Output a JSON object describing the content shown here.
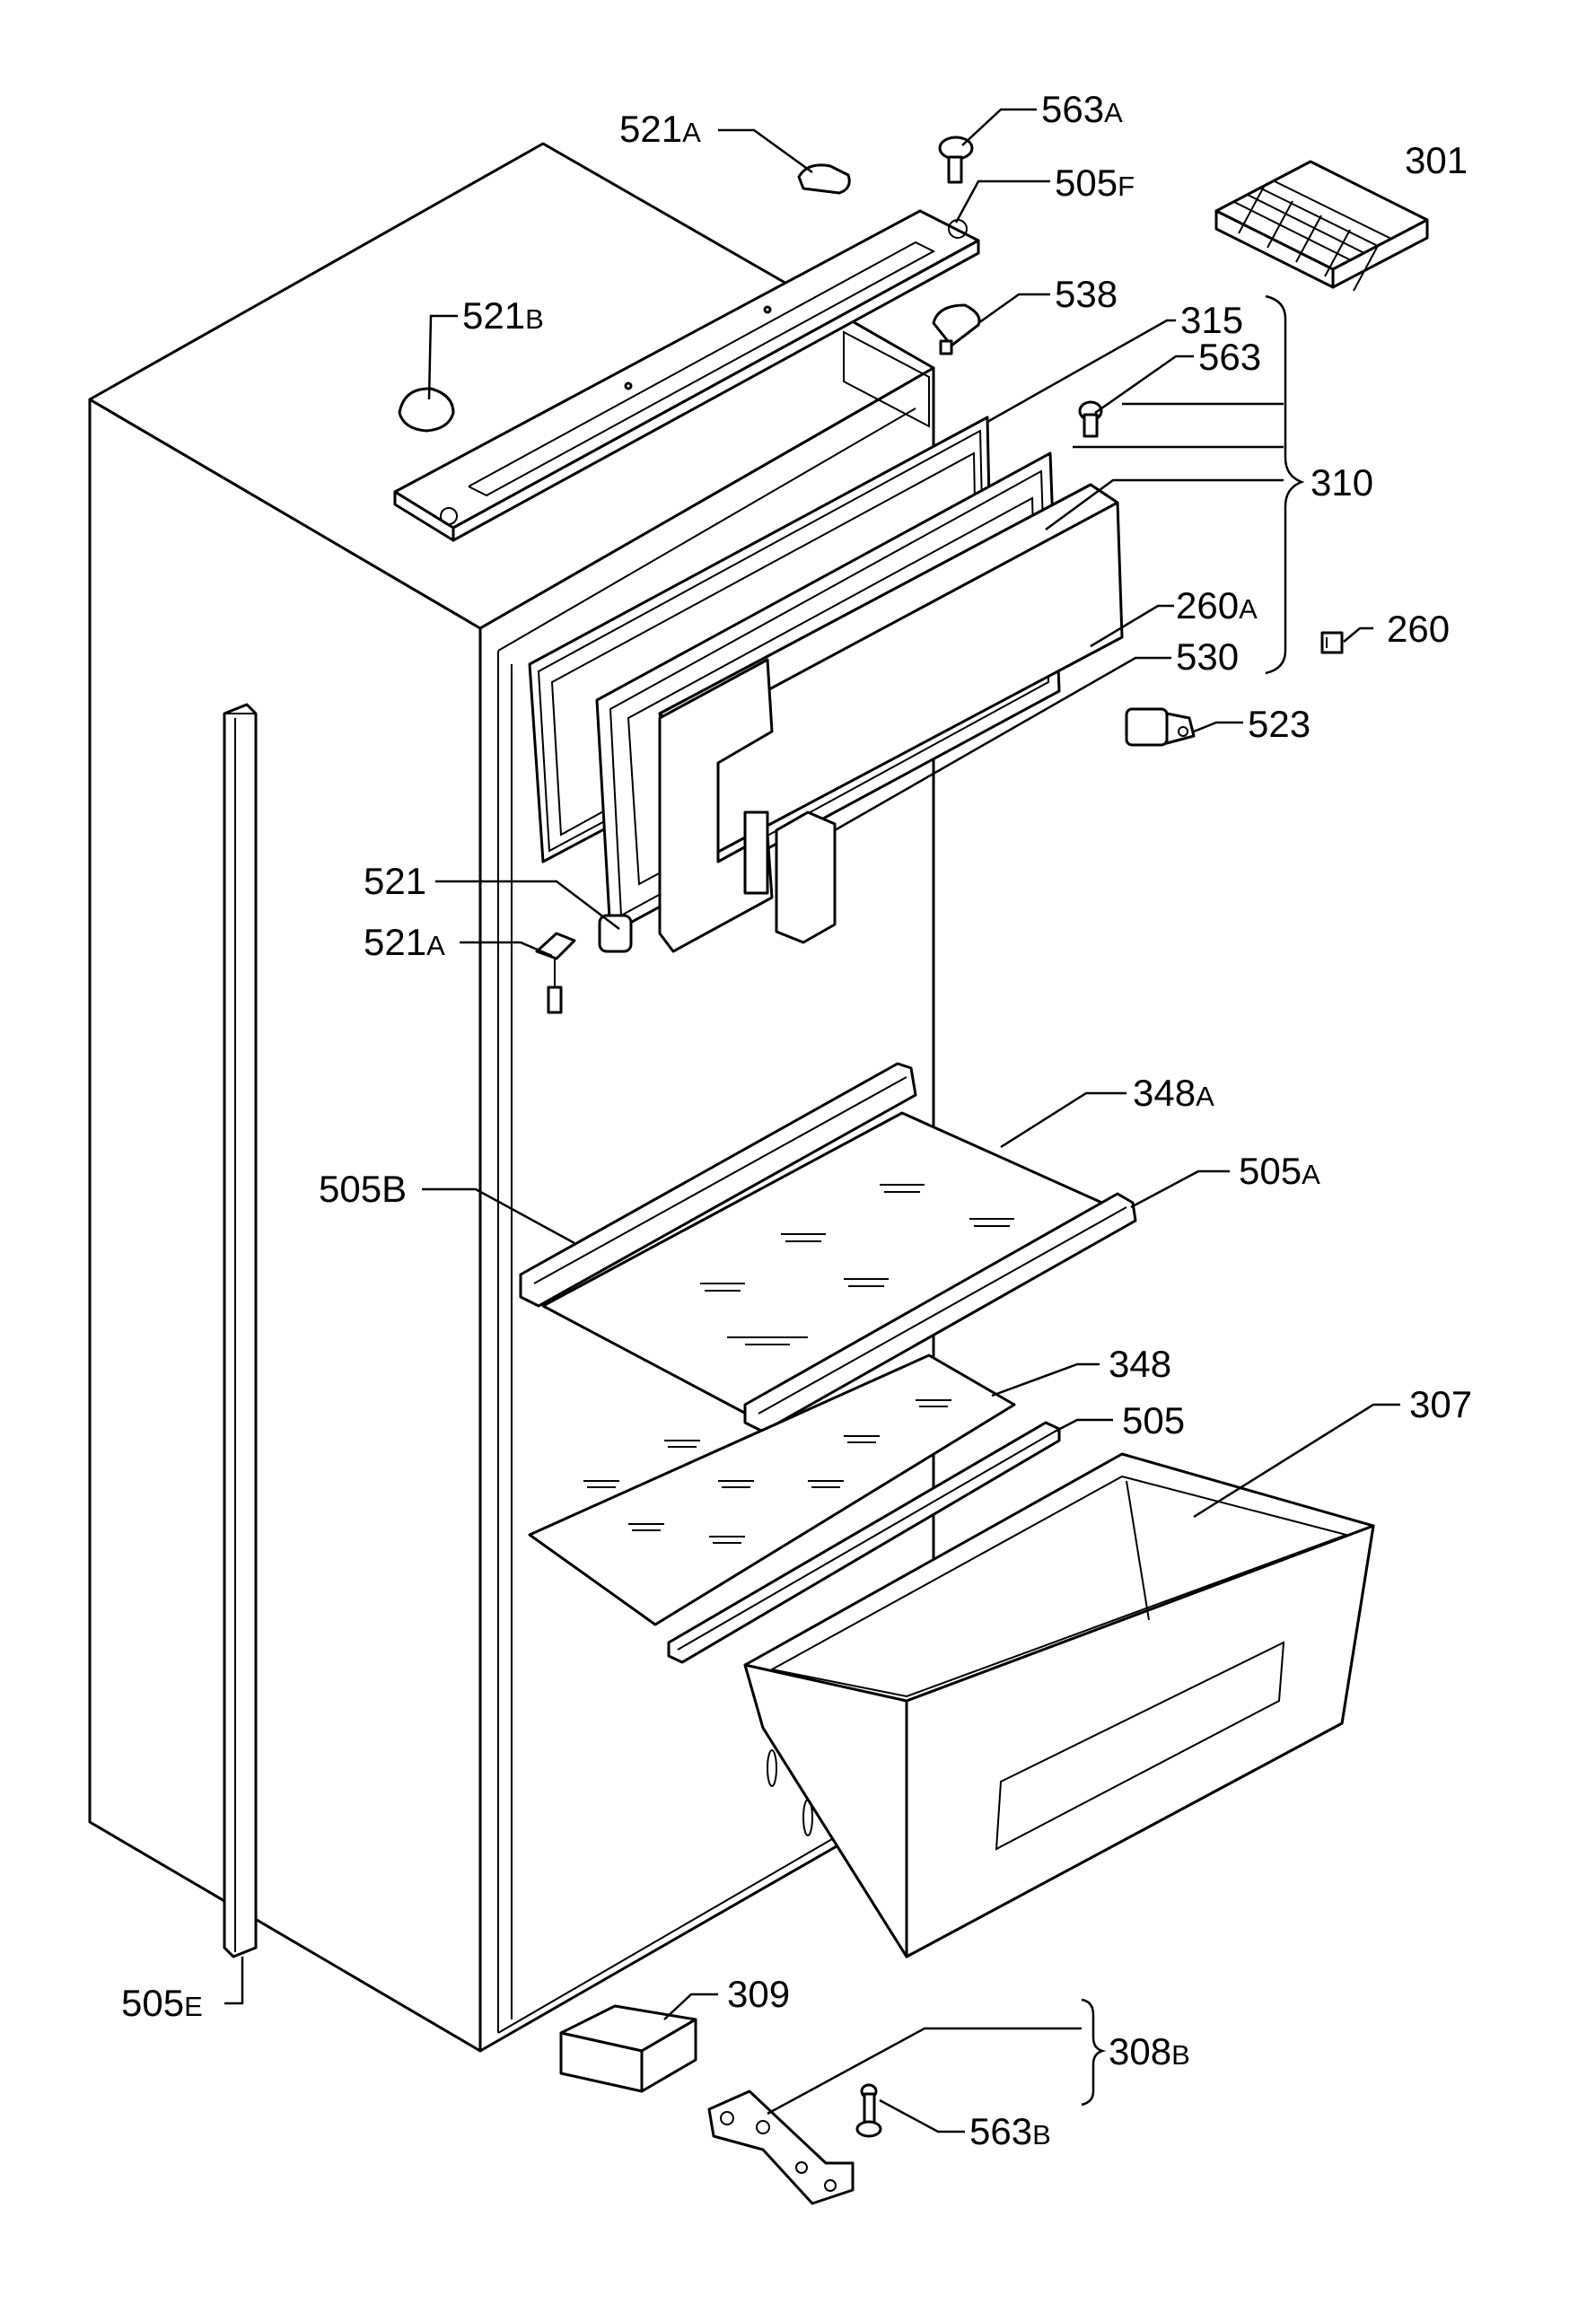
{
  "labels": {
    "l_521A_top": {
      "num": "521",
      "suf": "A"
    },
    "l_563A": {
      "num": "563",
      "suf": "A"
    },
    "l_505F": {
      "num": "505",
      "suf": "F"
    },
    "l_301": {
      "num": "301",
      "suf": ""
    },
    "l_521B": {
      "num": "521",
      "suf": "B"
    },
    "l_538": {
      "num": "538",
      "suf": ""
    },
    "l_315": {
      "num": "315",
      "suf": ""
    },
    "l_563": {
      "num": "563",
      "suf": ""
    },
    "l_310": {
      "num": "310",
      "suf": ""
    },
    "l_260A": {
      "num": "260",
      "suf": "A"
    },
    "l_530": {
      "num": "530",
      "suf": ""
    },
    "l_260": {
      "num": "260",
      "suf": ""
    },
    "l_523": {
      "num": "523",
      "suf": ""
    },
    "l_521": {
      "num": "521",
      "suf": ""
    },
    "l_521A_mid": {
      "num": "521",
      "suf": "A"
    },
    "l_348A": {
      "num": "348",
      "suf": "A"
    },
    "l_505A": {
      "num": "505",
      "suf": "A"
    },
    "l_505B": {
      "num": "505B",
      "suf": ""
    },
    "l_348": {
      "num": "348",
      "suf": ""
    },
    "l_505": {
      "num": "505",
      "suf": ""
    },
    "l_307": {
      "num": "307",
      "suf": ""
    },
    "l_505E": {
      "num": "505",
      "suf": "E"
    },
    "l_309": {
      "num": "309",
      "suf": ""
    },
    "l_563B": {
      "num": "563",
      "suf": "B"
    },
    "l_308B": {
      "num": "308",
      "suf": "B"
    }
  }
}
